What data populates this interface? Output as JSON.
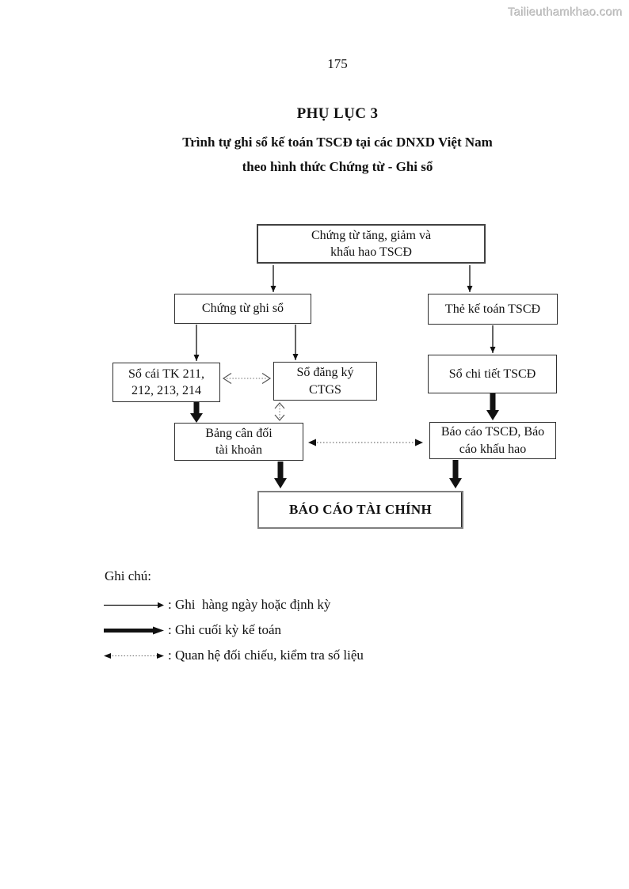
{
  "page": {
    "watermark": "Tailieuthamkhao.com",
    "page_number": "175",
    "title": "PHỤ LỤC 3",
    "subtitle_line1": "Trình tự ghi sổ kế toán TSCĐ tại các DNXD Việt Nam",
    "subtitle_line2": "theo hình thức Chứng từ - Ghi sổ"
  },
  "diagram": {
    "boxes": {
      "source": "Chứng từ tăng, giảm và\nkhấu hao TSCĐ",
      "chung_tu_ghi_so": "Chứng từ ghi sổ",
      "the_ke_toan": "Thẻ kế toán TSCĐ",
      "so_cai": "Sổ cái TK 211,\n212, 213, 214",
      "so_dang_ky": "Sổ đăng ký\nCTGS",
      "so_chi_tiet": "Sổ chi tiết TSCĐ",
      "bang_can_doi": "Bảng cân đối\ntài khoản",
      "bao_cao_tscd": "Báo cáo TSCĐ, Báo\ncáo khấu hao",
      "bao_cao_tai_chinh": "BÁO CÁO TÀI CHÍNH"
    }
  },
  "legend": {
    "heading": "Ghi chú:",
    "items": [
      {
        "symbol": "thin-arrow",
        "label": ": Ghi  hàng ngày hoặc định kỳ"
      },
      {
        "symbol": "thick-arrow",
        "label": ": Ghi cuối kỳ kế toán"
      },
      {
        "symbol": "dotted-double-arrow",
        "label": ": Quan hệ đối chiếu, kiểm tra số liệu"
      }
    ]
  },
  "colors": {
    "ink": "#111111",
    "box_border": "#2f2f2f",
    "source_box_border": "#414141",
    "report_box_border": "#7f7f7f",
    "dotted_line": "#8c8c8c",
    "watermark_gray": "#c2c2c2"
  }
}
